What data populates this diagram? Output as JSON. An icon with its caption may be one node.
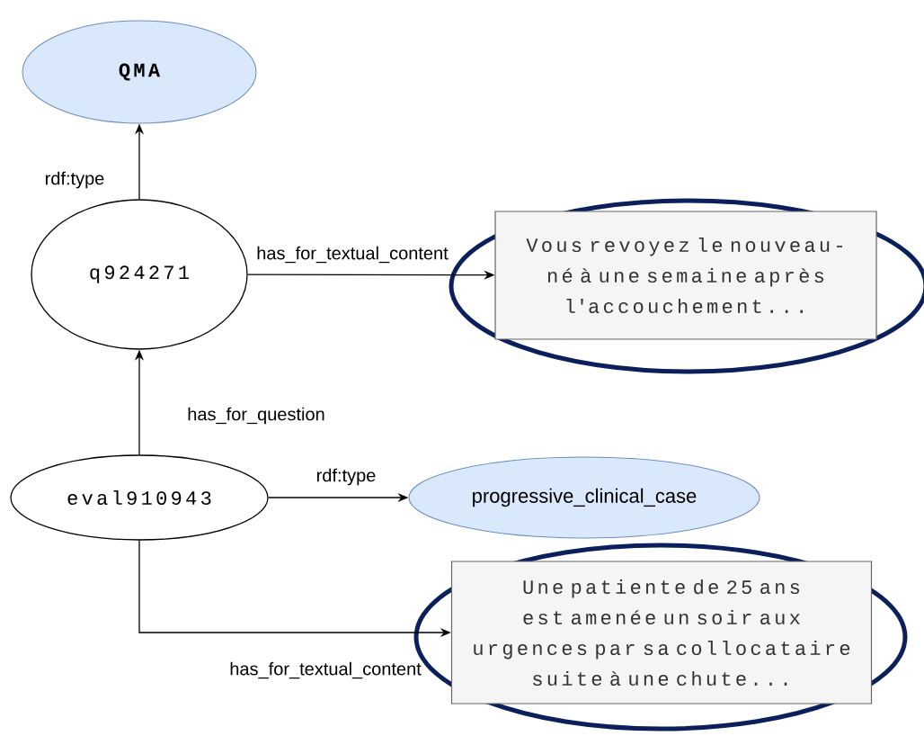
{
  "diagram": {
    "nodes": [
      {
        "text": [
          "QMA"
        ]
      },
      {
        "text": [
          "q924271"
        ]
      },
      {
        "text": [
          "Vous revoyez le nouveau-né à une semaine après l'accouchement..."
        ]
      },
      {
        "text": [
          "eval910943"
        ]
      },
      {
        "text": [
          "progressive_clinical_case"
        ]
      },
      {
        "text": [
          "Une patiente de 25 ans est amenée un soir aux urgences par sa collocataire suite à une chute..."
        ]
      }
    ],
    "edges": [
      {
        "from": 1,
        "to": 0,
        "arrow": "to",
        "label": "rdf:type"
      },
      {
        "from": 1,
        "to": 2,
        "arrow": "to",
        "label": "has_for_textual_content"
      },
      {
        "from": 3,
        "to": 1,
        "arrow": "to",
        "label": "has_for_question"
      },
      {
        "from": 3,
        "to": 4,
        "arrow": "to",
        "label": "rdf:type"
      },
      {
        "from": 3,
        "to": 5,
        "arrow": "to",
        "label": "has_for_textual_content"
      }
    ]
  }
}
